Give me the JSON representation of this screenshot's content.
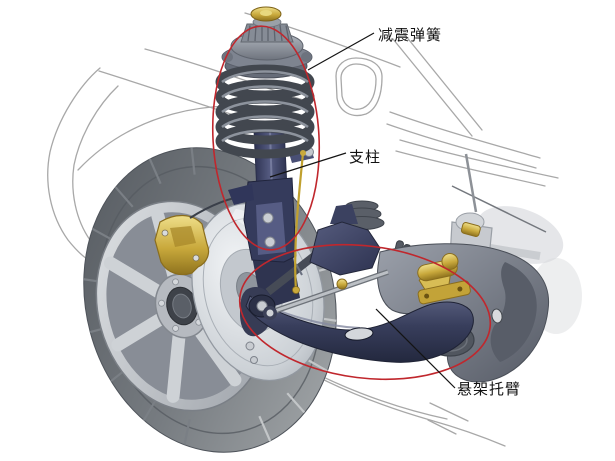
{
  "illustration": {
    "labels": {
      "spring": "减震弹簧",
      "strut": "支柱",
      "arm": "悬架托臂"
    },
    "colors": {
      "annotation_red": "#c0272d",
      "leader_line": "#141414",
      "label_text": "#111111",
      "brass_gold": "#c9a93c",
      "strut_navy": "#3b4161",
      "metal_silver": "#c6c9cd",
      "tire_gray": "#63686e",
      "sketch_gray": "#a8a8a8",
      "background": "#ffffff"
    }
  }
}
